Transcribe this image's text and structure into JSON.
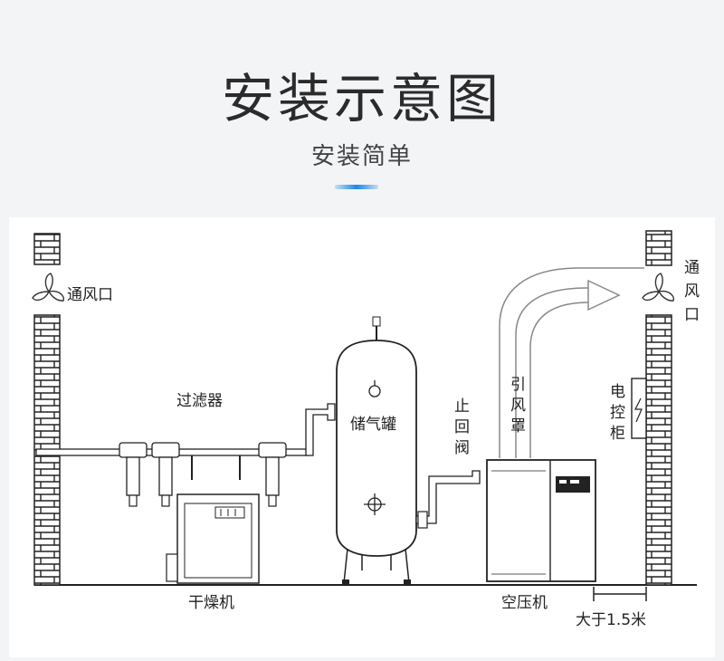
{
  "header": {
    "title": "安装示意图",
    "subtitle": "安装简单",
    "accent_color": "#1e88e5"
  },
  "diagram": {
    "labels": {
      "vent_left": "通风口",
      "vent_right": [
        "通",
        "风",
        "口"
      ],
      "filter": "过滤器",
      "tank": "储气罐",
      "check_valve": [
        "止",
        "回",
        "阀"
      ],
      "hood": [
        "引",
        "风",
        "罩"
      ],
      "control_cabinet": [
        "电",
        "控",
        "柜"
      ],
      "dryer": "干燥机",
      "compressor": "空压机",
      "distance": "大于1.5米"
    },
    "icons": [
      "fan-icon",
      "arrow-icon"
    ]
  }
}
